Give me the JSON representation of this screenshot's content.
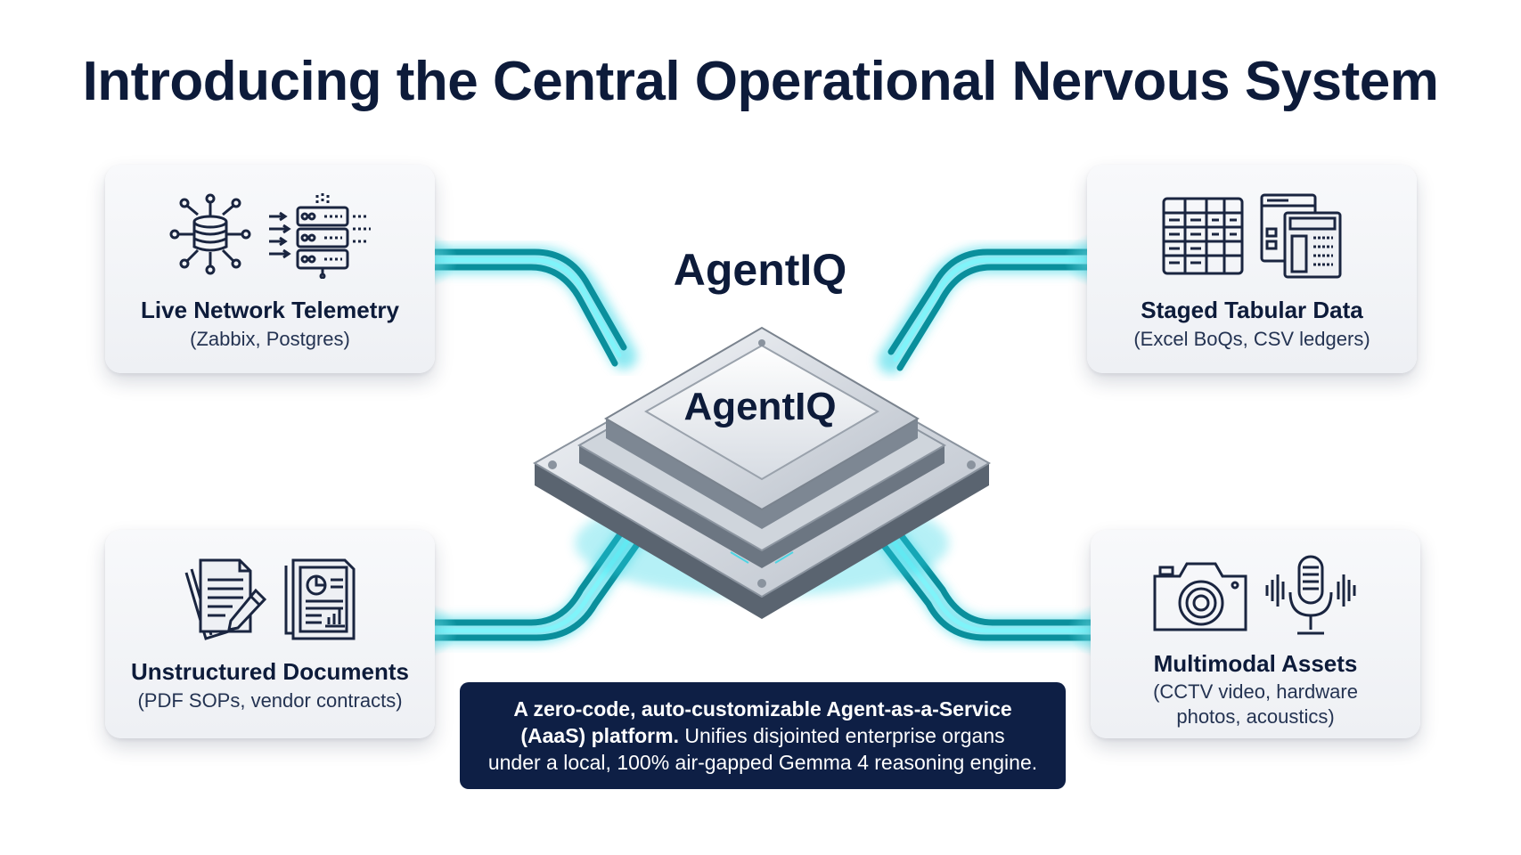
{
  "title": "Introducing the Central Operational Nervous System",
  "hub": {
    "label": "AgentIQ",
    "chip_label": "AgentIQ"
  },
  "sources": [
    {
      "title": "Live Network Telemetry",
      "subtitle": "(Zabbix, Postgres)",
      "icons": [
        "database-network-icon",
        "server-rack-icon"
      ]
    },
    {
      "title": "Staged Tabular Data",
      "subtitle": "(Excel BoQs, CSV ledgers)",
      "icons": [
        "spreadsheet-icon",
        "calculator-ledger-icon"
      ]
    },
    {
      "title": "Unstructured Documents",
      "subtitle": "(PDF SOPs, vendor contracts)",
      "icons": [
        "document-stack-icon",
        "report-chart-icon"
      ]
    },
    {
      "title": "Multimodal Assets",
      "subtitle_line1": "(CCTV video, hardware",
      "subtitle_line2": "photos, acoustics)",
      "icons": [
        "camera-icon",
        "microphone-icon"
      ]
    }
  ],
  "description": {
    "bold_line1": "A zero-code, auto-customizable Agent-as-a-Service",
    "bold_line2": "(AaaS) platform.",
    "rest_line2": " Unifies disjointed enterprise organs",
    "line3": "under a local, 100% air-gapped Gemma 4 reasoning engine."
  },
  "colors": {
    "navy": "#0e1f45",
    "cyan_glow": "#2fd6e6",
    "wire_dark": "#0a8f9c"
  }
}
